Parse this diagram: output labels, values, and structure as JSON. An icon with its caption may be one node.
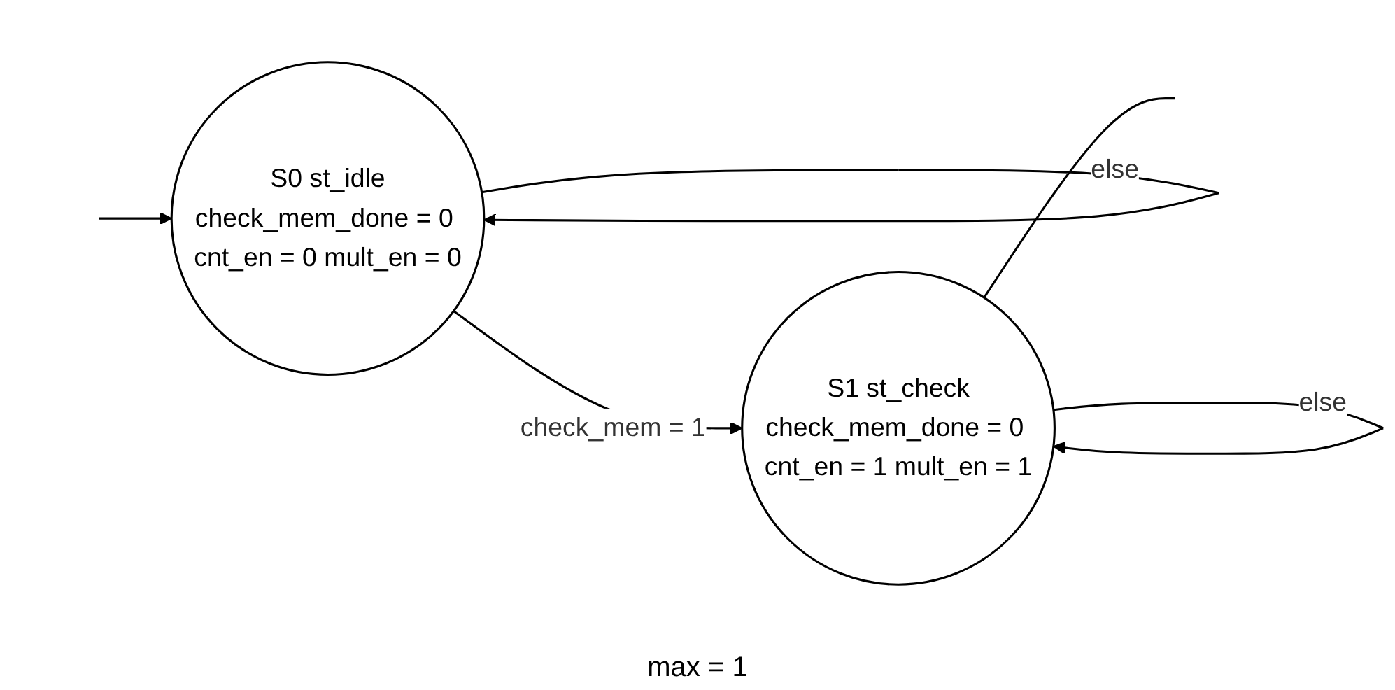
{
  "diagram": {
    "nodes": [
      {
        "text": [
          "S0 st_idle",
          "check_mem_done = 0 cnt_en = 0 mult_en = 0"
        ]
      },
      {
        "text": [
          "S1 st_check",
          "check_mem_done = 0 cnt_en = 1 mult_en = 1"
        ]
      }
    ],
    "edges": [
      {
        "from": 0,
        "to": 0,
        "label": "else",
        "arrow": "to"
      },
      {
        "from": 0,
        "to": 1,
        "label": "check_mem = 1",
        "arrow": "to"
      },
      {
        "from": 1,
        "to": 1,
        "label": "else",
        "arrow": "to"
      },
      {
        "from": 1,
        "to": null,
        "arrow": "none"
      },
      {
        "from": null,
        "to": 0,
        "arrow": "to"
      }
    ],
    "labels": [
      "max = 1"
    ]
  }
}
